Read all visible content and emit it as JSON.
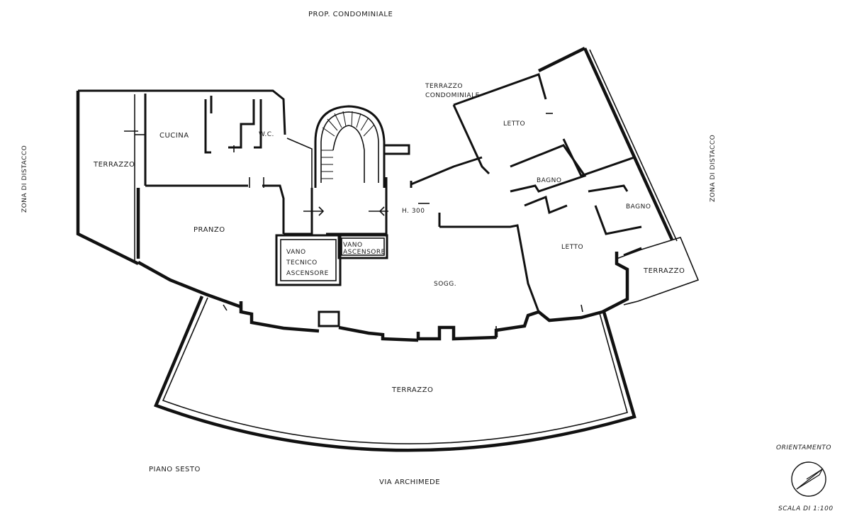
{
  "title": "PROP. CONDOMINIALE",
  "floor": "PIANO SESTO",
  "street": "VIA ARCHIMEDE",
  "zone_left": "ZONA DI DISTACCO",
  "zone_right": "ZONA DI DISTACCO",
  "orientation_label": "ORIENTAMENTO",
  "scale": "SCALA DI 1:100",
  "height_note": "H. 300",
  "rooms": {
    "terrazzo_west": "TERRAZZO",
    "cucina": "CUCINA",
    "wc": "W.C.",
    "pranzo": "PRANZO",
    "vano_tecnico": [
      "VANO",
      "TECNICO",
      "ASCENSORE"
    ],
    "vano_ascensore": [
      "VANO",
      "ASCENSORE"
    ],
    "soggiorno": "SOGG.",
    "terrazzo_condominiale": [
      "TERRAZZO",
      "CONDOMINIALE"
    ],
    "letto_north": "LETTO",
    "bagno_1": "BAGNO",
    "bagno_2": "BAGNO",
    "letto_south": "LETTO",
    "terrazzo_east": "TERRAZZO",
    "terrazzo_south": "TERRAZZO"
  }
}
